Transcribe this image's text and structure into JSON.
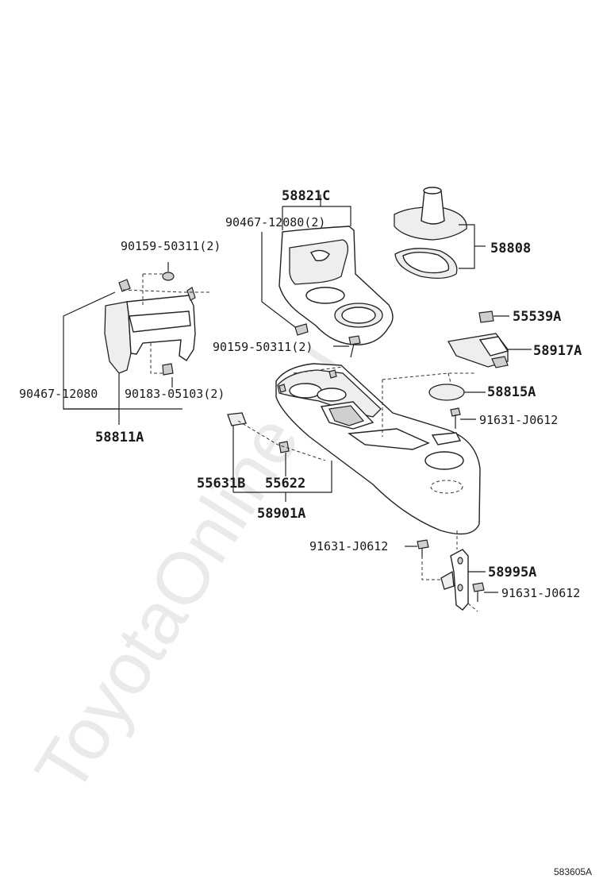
{
  "watermark": "ToyotaOnline.ru",
  "figure_id": "583605A",
  "labels": {
    "p58821C": "58821C",
    "p90467_top": "90467-12080(2)",
    "p58808": "58808",
    "p90159_left": "90159-50311(2)",
    "p55539A": "55539A",
    "p90159_mid": "90159-50311(2)",
    "p58917A": "58917A",
    "p90467_left": "90467-12080",
    "p90183": "90183-05103(2)",
    "p58815A": "58815A",
    "p58811A": "58811A",
    "p91631_a": "91631-J0612",
    "p55631B": "55631B",
    "p55622": "55622",
    "p58901A": "58901A",
    "p91631_b": "91631-J0612",
    "p58995A": "58995A",
    "p91631_c": "91631-J0612"
  }
}
